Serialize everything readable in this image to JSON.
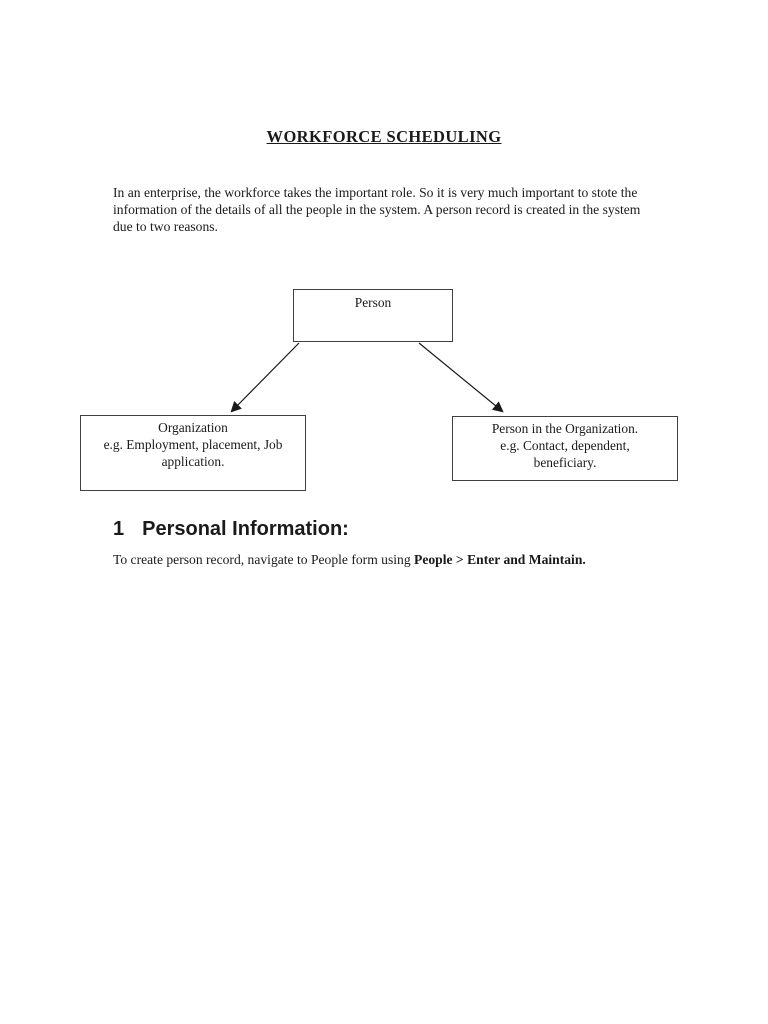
{
  "page": {
    "title": "WORKFORCE SCHEDULING",
    "intro_paragraph": "In an enterprise, the workforce takes the important role. So it is very much important to stote the information of the details of all the people in the system. A person record is created in the system due to two reasons.",
    "section": {
      "number": "1",
      "heading": "Personal Information:",
      "body_regular": "To create person record, navigate to People form using ",
      "body_bold": "People > Enter and Maintain."
    }
  },
  "diagram": {
    "root_box": {
      "label": "Person"
    },
    "left_box": {
      "lines": [
        "Organization",
        "e.g. Employment, placement, Job",
        "application."
      ]
    },
    "right_box": {
      "lines": [
        "Person in the Organization.",
        "e.g. Contact, dependent,",
        "beneficiary."
      ]
    }
  },
  "colors": {
    "background": "#ffffff",
    "text": "#1a1a1a",
    "box_border": "#404040",
    "arrow": "#1a1a1a"
  }
}
